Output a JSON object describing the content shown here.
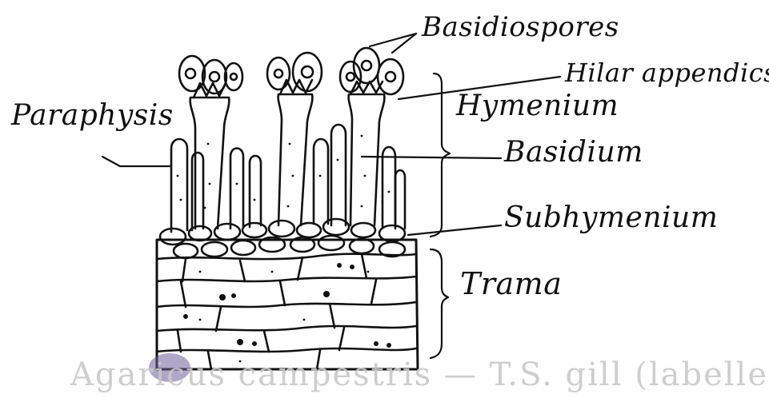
{
  "labels": {
    "basidiospores": "Basidiospores",
    "hilar_appendix": "Hilar appendics",
    "hymenium": "Hymenium",
    "paraphysis": "Paraphysis",
    "basidium": "Basidium",
    "subhymenium": "Subhymenium",
    "trama": "Trama"
  },
  "caption": "Agaricus campestris — T.S. gill (labelled)",
  "colors": {
    "ink": "#111111",
    "paper": "#ffffff",
    "faint": "#c9c9c9"
  }
}
